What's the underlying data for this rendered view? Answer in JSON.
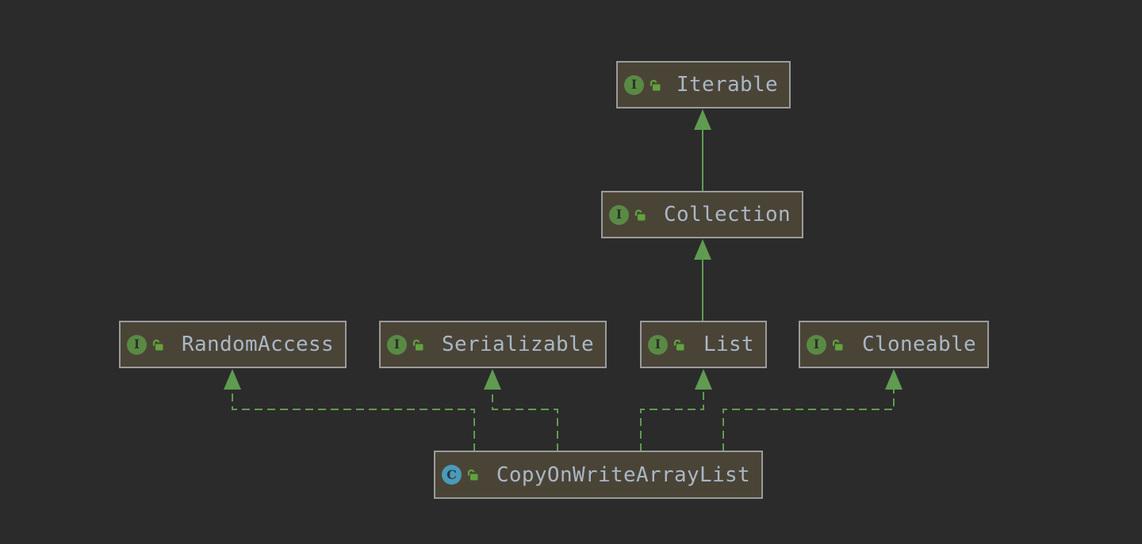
{
  "colors": {
    "background": "#2b2b2b",
    "node_fill": "#4a4437",
    "node_border": "#9b9b9b",
    "label_text": "#a9b7c6",
    "edge_green": "#5f9b50",
    "interface_icon_green": "#598a44",
    "class_icon_blue": "#4a9ab8",
    "lock_green": "#61a33e"
  },
  "nodes": {
    "iterable": {
      "label": "Iterable",
      "kind": "interface",
      "icon_letter": "I"
    },
    "collection": {
      "label": "Collection",
      "kind": "interface",
      "icon_letter": "I"
    },
    "random_access": {
      "label": "RandomAccess",
      "kind": "interface",
      "icon_letter": "I"
    },
    "serializable": {
      "label": "Serializable",
      "kind": "interface",
      "icon_letter": "I"
    },
    "list": {
      "label": "List",
      "kind": "interface",
      "icon_letter": "I"
    },
    "cloneable": {
      "label": "Cloneable",
      "kind": "interface",
      "icon_letter": "I"
    },
    "copy_on_write_array_list": {
      "label": "CopyOnWriteArrayList",
      "kind": "class",
      "icon_letter": "C"
    }
  },
  "edges": [
    {
      "from": "Collection",
      "to": "Iterable",
      "relation": "extends",
      "line": "solid"
    },
    {
      "from": "List",
      "to": "Collection",
      "relation": "extends",
      "line": "solid"
    },
    {
      "from": "CopyOnWriteArrayList",
      "to": "RandomAccess",
      "relation": "implements",
      "line": "dashed"
    },
    {
      "from": "CopyOnWriteArrayList",
      "to": "Serializable",
      "relation": "implements",
      "line": "dashed"
    },
    {
      "from": "CopyOnWriteArrayList",
      "to": "List",
      "relation": "implements",
      "line": "dashed"
    },
    {
      "from": "CopyOnWriteArrayList",
      "to": "Cloneable",
      "relation": "implements",
      "line": "dashed"
    }
  ]
}
